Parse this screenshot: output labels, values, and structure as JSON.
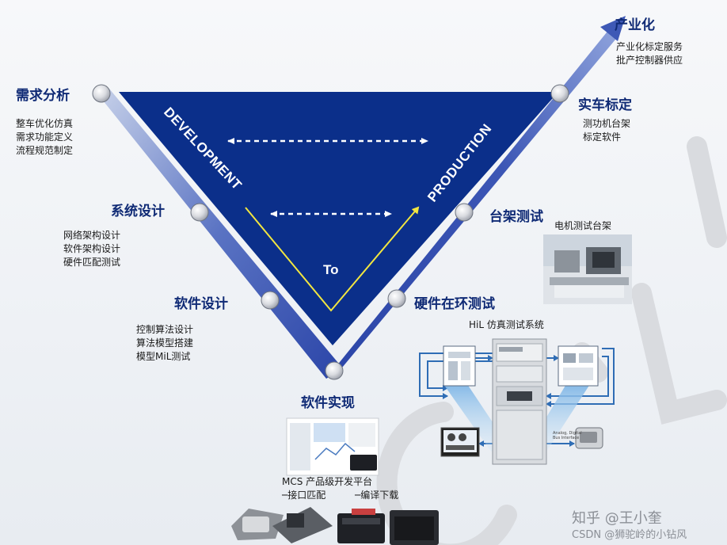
{
  "diagram": {
    "development_label": "DEVELOPMENT",
    "production_label": "PRODUCTION",
    "to_label": "To"
  },
  "stages": {
    "requirements": {
      "title": "需求分析",
      "items": [
        "整车优化仿真",
        "需求功能定义",
        "流程规范制定"
      ]
    },
    "system_design": {
      "title": "系统设计",
      "items": [
        "网络架构设计",
        "软件架构设计",
        "硬件匹配测试"
      ]
    },
    "software_design": {
      "title": "软件设计",
      "items": [
        "控制算法设计",
        "算法模型搭建",
        "模型MiL测试"
      ]
    },
    "software_impl": {
      "title": "软件实现"
    },
    "hil_test": {
      "title": "硬件在环测试",
      "system_label": "HiL 仿真测试系统"
    },
    "bench_test": {
      "title": "台架测试",
      "item": "电机测试台架"
    },
    "vehicle_cal": {
      "title": "实车标定",
      "items": [
        "测功机台架",
        "标定软件"
      ]
    },
    "industrialization": {
      "title": "产业化",
      "items": [
        "产业化标定服务",
        "批产控制器供应"
      ]
    }
  },
  "mcs": {
    "title": "MCS 产品级开发平台",
    "item1": "─接口匹配",
    "item2": "─编译下载"
  },
  "watermark": {
    "zhihu": "知乎 @王小奎",
    "csdn": "CSDN @狮驼岭的小钻风"
  }
}
